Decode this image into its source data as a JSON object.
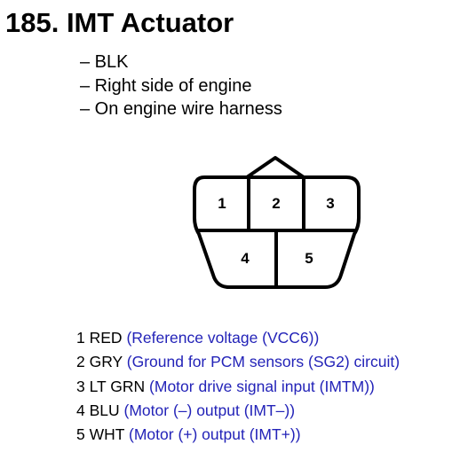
{
  "title": "185. IMT Actuator",
  "bullets": [
    "– BLK",
    "– Right side of engine",
    "– On engine wire harness"
  ],
  "connector": {
    "cavities": [
      "1",
      "2",
      "3",
      "4",
      "5"
    ]
  },
  "pins": [
    {
      "num": "1",
      "wire": "RED",
      "desc": "(Reference voltage (VCC6))"
    },
    {
      "num": "2",
      "wire": "GRY",
      "desc": "(Ground for PCM sensors (SG2) circuit)"
    },
    {
      "num": "3",
      "wire": "LT GRN",
      "desc": "(Motor drive signal input (IMTM))"
    },
    {
      "num": "4",
      "wire": "BLU",
      "desc": "(Motor (–) output (IMT–))"
    },
    {
      "num": "5",
      "wire": "WHT",
      "desc": "(Motor (+) output (IMT+))"
    }
  ],
  "colors": {
    "text": "#000000",
    "description": "#2323b8"
  }
}
